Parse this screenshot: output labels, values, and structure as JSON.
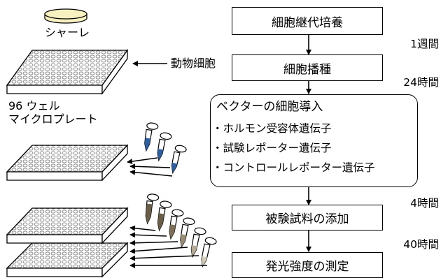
{
  "labels": {
    "dish": "シャーレ",
    "animal_cells": "動物細胞",
    "plate_line1": "96 ウェル",
    "plate_line2": "マイクロプレート"
  },
  "steps": {
    "s1": "細胞継代培養",
    "s2": "細胞播種",
    "s3_title": "ベクターの細胞導入",
    "s3_items": [
      "・ホルモン受容体遺伝子",
      "・試験レポーター遺伝子",
      "・コントロールレポーター遺伝子"
    ],
    "s4": "被験試料の添加",
    "s5": "発光強度の測定"
  },
  "times": {
    "t1": "1週間",
    "t2": "24時間",
    "t3": "4時間",
    "t4": "40時間"
  },
  "colors": {
    "plate_top": "#dde4b6",
    "plate_side": "#ffffff",
    "dish_fill": "#f7f1c2",
    "tube_blue": "#2f5e9e",
    "tube_brown": "#6b5e48"
  }
}
